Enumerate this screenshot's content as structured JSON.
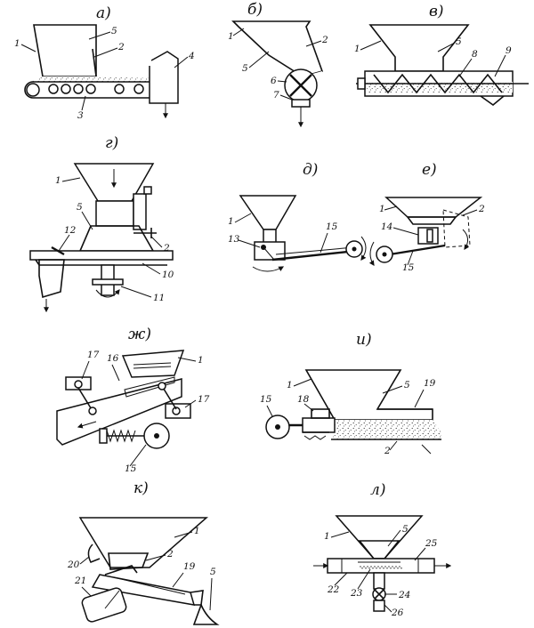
{
  "panels": [
    {
      "id": "a",
      "title": "а)",
      "labels": [
        "1",
        "5",
        "2",
        "4",
        "3"
      ]
    },
    {
      "id": "b",
      "title": "б)",
      "labels": [
        "1",
        "2",
        "5",
        "6",
        "7"
      ]
    },
    {
      "id": "v",
      "title": "в)",
      "labels": [
        "1",
        "5",
        "8",
        "9"
      ]
    },
    {
      "id": "g",
      "title": "г)",
      "labels": [
        "1",
        "5",
        "2",
        "12",
        "10",
        "11"
      ]
    },
    {
      "id": "d",
      "title": "д)",
      "labels": [
        "1",
        "13",
        "15"
      ]
    },
    {
      "id": "e",
      "title": "е)",
      "labels": [
        "1",
        "2",
        "14",
        "15"
      ]
    },
    {
      "id": "zh",
      "title": "ж)",
      "labels": [
        "17",
        "16",
        "1",
        "17",
        "15"
      ]
    },
    {
      "id": "i",
      "title": "и)",
      "labels": [
        "1",
        "5",
        "19",
        "15",
        "18",
        "2"
      ]
    },
    {
      "id": "k",
      "title": "к)",
      "labels": [
        "1",
        "20",
        "2",
        "19",
        "21",
        "5"
      ]
    },
    {
      "id": "l",
      "title": "л)",
      "labels": [
        "1",
        "5",
        "25",
        "22",
        "23",
        "24",
        "26"
      ]
    }
  ]
}
